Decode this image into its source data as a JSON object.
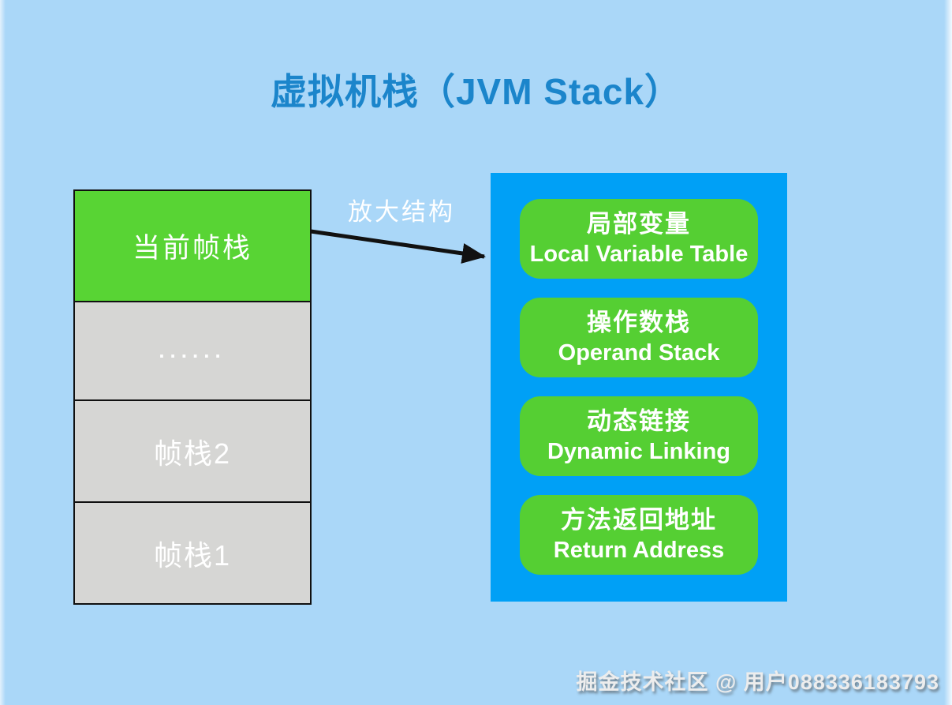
{
  "title": "虚拟机栈（JVM Stack）",
  "colors": {
    "background": "#aad7f8",
    "title_blue": "#1b85cb",
    "panel_blue": "#00a0f6",
    "frame_green": "#58d434",
    "item_green": "#55cf33",
    "frame_gray": "#d6d6d4",
    "border_black": "#101010",
    "arrow_black": "#111111",
    "text_white": "#ffffff"
  },
  "stack": {
    "frames": [
      {
        "label": "当前帧栈",
        "type": "current"
      },
      {
        "label": "......",
        "type": "dots"
      },
      {
        "label": "帧栈2",
        "type": "gray"
      },
      {
        "label": "帧栈1",
        "type": "gray"
      }
    ]
  },
  "arrow": {
    "label": "放大结构"
  },
  "panel": {
    "items": [
      {
        "zh": "局部变量",
        "en": "Local Variable Table"
      },
      {
        "zh": "操作数栈",
        "en": "Operand Stack"
      },
      {
        "zh": "动态链接",
        "en": "Dynamic Linking"
      },
      {
        "zh": "方法返回地址",
        "en": "Return Address"
      }
    ]
  },
  "watermark": "掘金技术社区 @ 用户088336183793"
}
